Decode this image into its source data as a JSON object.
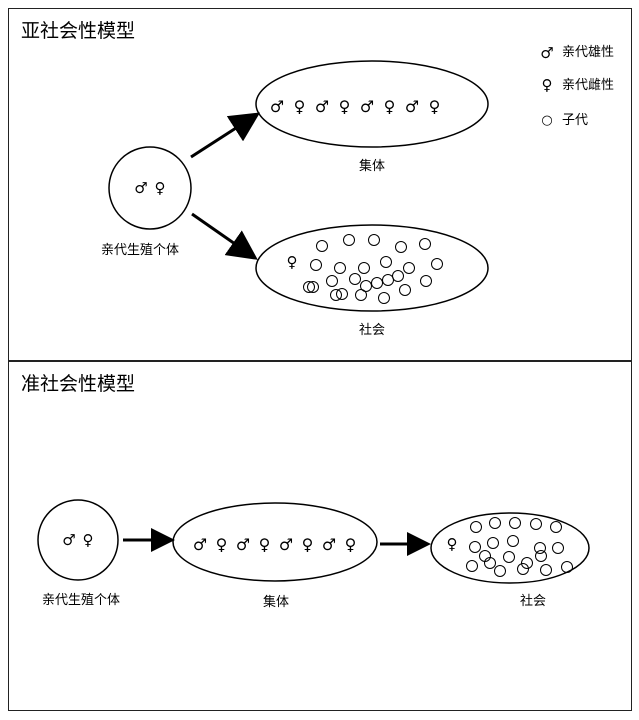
{
  "top": {
    "title": "亚社会性模型",
    "legend": {
      "male": {
        "symbol": "♂",
        "label": "亲代雄性"
      },
      "female": {
        "symbol": "♀",
        "label": "亲代雌性"
      },
      "offspring": {
        "symbol": "○",
        "label": "子代"
      }
    },
    "parent": {
      "symbols": [
        "♂",
        "♀"
      ],
      "label": "亲代生殖个体"
    },
    "group": {
      "label": "集体",
      "members": [
        "♂",
        "♀",
        "♂",
        "♀",
        "♂",
        "♀",
        "♂",
        "♀"
      ]
    },
    "society": {
      "label": "社会",
      "queen": "♀",
      "offspring_count": 25
    }
  },
  "bottom": {
    "title": "准社会性模型",
    "parent": {
      "symbols": [
        "♂",
        "♀"
      ],
      "label": "亲代生殖个体"
    },
    "group": {
      "label": "集体",
      "members": [
        "♂",
        "♀",
        "♂",
        "♀",
        "♂",
        "♀",
        "♂",
        "♀"
      ]
    },
    "society": {
      "label": "社会",
      "queen": "♀",
      "offspring_count": 20
    }
  }
}
